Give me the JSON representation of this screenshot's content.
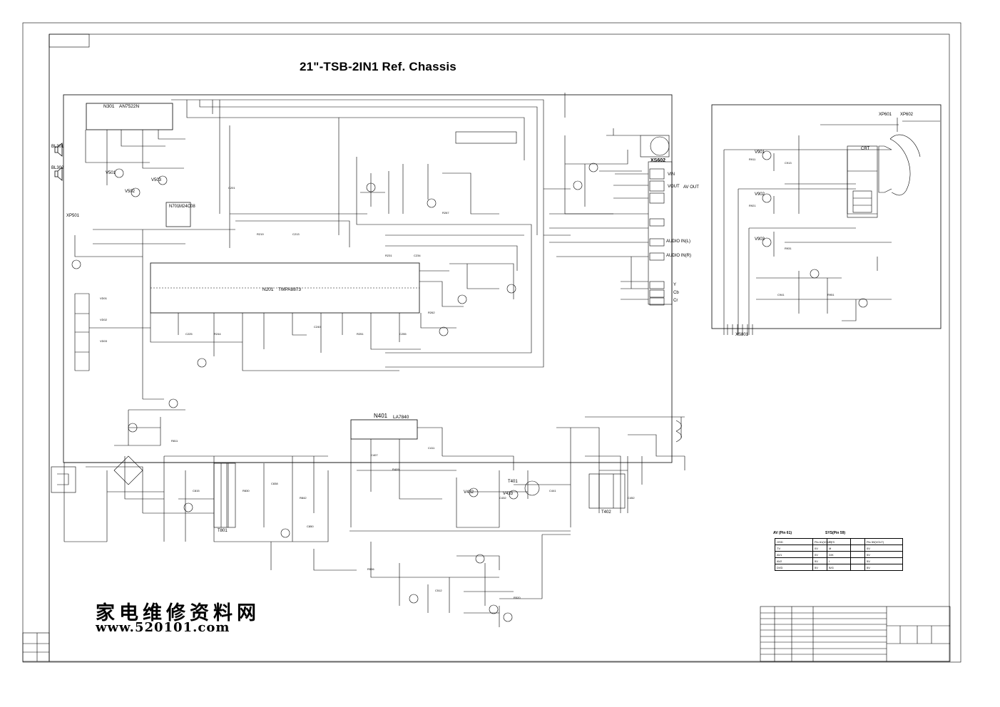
{
  "title": "21\"-TSB-2IN1 Ref. Chassis",
  "watermark": {
    "chinese": "家电维修资料网",
    "url": "www.520101.com"
  },
  "ics": {
    "n301": {
      "ref": "N301",
      "part": "AN7522N"
    },
    "n201": {
      "ref": "N201",
      "part": "TMPA8873"
    },
    "n401": {
      "ref": "N401",
      "part": "LA7840"
    },
    "n701": {
      "ref": "N701",
      "part": "M24C08"
    }
  },
  "connectors": {
    "xs602": "XS602",
    "x5t01": "XS801"
  },
  "labels": {
    "bl301": "BL301",
    "bl302": "BL302",
    "xp501": "XP501",
    "xp601": "XP601",
    "xp602": "XP602",
    "v901": "V901",
    "v902": "V902",
    "v903": "V903",
    "v501": "V501",
    "v502": "V502",
    "v503": "V503",
    "v432": "V432",
    "v433": "V433",
    "t401": "T401",
    "t402": "T402",
    "t801": "T801",
    "vin": "VIN",
    "vout": "VOUT",
    "audio_in_l": "AUDIO IN(L)",
    "audio_in_r": "AUDIO IN(R)",
    "y": "Y",
    "cb": "Cb",
    "cr": "Cr",
    "sv_out": "AV OUT",
    "crt": "CRT"
  },
  "tables": {
    "av": {
      "title": "AV (Pin 61)",
      "header": [
        "OSD",
        "Pin 61(VOLT)"
      ],
      "rows": [
        [
          "TV",
          "0V"
        ],
        [
          "AV1",
          "0V"
        ],
        [
          "AV2",
          "5V"
        ],
        [
          "DVD",
          "5V"
        ]
      ]
    },
    "sys": {
      "title": "SYS(Pin 59)",
      "header": [
        "SYS",
        "Pin 59(VOLT)"
      ],
      "rows": [
        [
          "M",
          "0V"
        ],
        [
          "D/K",
          "5V"
        ],
        [
          "I",
          "5V"
        ],
        [
          "B/G",
          "5V"
        ]
      ]
    }
  }
}
